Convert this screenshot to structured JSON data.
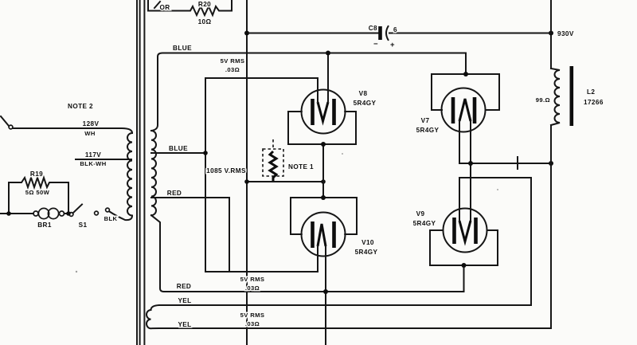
{
  "diagram": {
    "notes": {
      "note1": "NOTE 1",
      "note2": "NOTE 2"
    },
    "tubes": {
      "v7": {
        "ref": "V7",
        "type": "5R4GY"
      },
      "v8": {
        "ref": "V8",
        "type": "5R4GY"
      },
      "v9": {
        "ref": "V9",
        "type": "5R4GY"
      },
      "v10": {
        "ref": "V10",
        "type": "5R4GY"
      }
    },
    "components": {
      "r19": {
        "ref": "R19",
        "value": "5Ω 50W"
      },
      "r20": {
        "ref": "R20",
        "value": "10Ω"
      },
      "c8": {
        "ref": "C8",
        "value": "6",
        "minus": "−",
        "plus": "+"
      },
      "l2": {
        "ref": "L2",
        "part_no": "17266",
        "resistance": "99.Ω"
      },
      "br1": {
        "ref": "BR1"
      },
      "s1": {
        "ref": "S1"
      }
    },
    "voltages": {
      "v930": "930V",
      "v128": "128V",
      "v117": "117V",
      "v1085": "1085 V.RMS",
      "rms5": "5V RMS",
      "ohm03": ".03Ω"
    },
    "wire_colors": {
      "or": "OR",
      "wh": "WH",
      "blk_wh": "BLK-WH",
      "blk": "BLK",
      "blue": "BLUE",
      "red": "RED",
      "yel": "YEL"
    },
    "line_color": "#161616",
    "paper_color": "#fbfbf9"
  }
}
